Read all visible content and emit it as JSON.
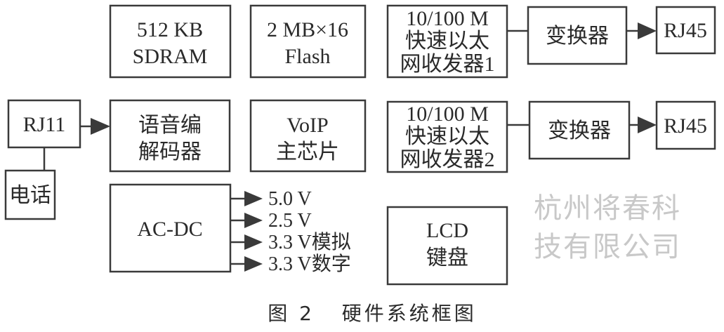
{
  "blocks": {
    "sdram": [
      "512 KB",
      "SDRAM"
    ],
    "flash": [
      "2 MB×16",
      "Flash"
    ],
    "eth1": [
      "10/100 M",
      "快速以太",
      "网收发器1"
    ],
    "conv1": "变换器",
    "rj45_1": "RJ45",
    "rj11": "RJ11",
    "codec": [
      "语音编",
      "解码器"
    ],
    "voip": [
      "VoIP",
      "主芯片"
    ],
    "eth2": [
      "10/100 M",
      "快速以太",
      "网收发器2"
    ],
    "conv2": "变换器",
    "rj45_2": "RJ45",
    "phone": "电话",
    "acdc": "AC-DC",
    "lcd": [
      "LCD",
      "键盘"
    ]
  },
  "power_outputs": [
    "5.0 V",
    "2.5 V",
    "3.3 V模拟",
    "3.3 V数字"
  ],
  "watermark": "杭州将春科技有限公司",
  "caption": "图 2   硬件系统框图"
}
